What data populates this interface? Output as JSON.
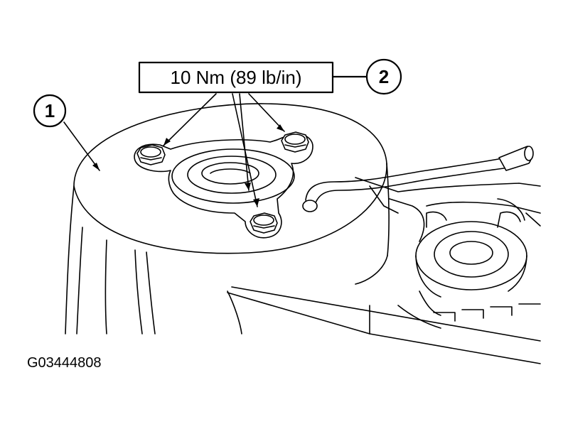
{
  "callouts": {
    "item_1": "1",
    "item_2": "2",
    "torque_spec": "10 Nm (89 lb/in)"
  },
  "figure_id": "G03444808"
}
